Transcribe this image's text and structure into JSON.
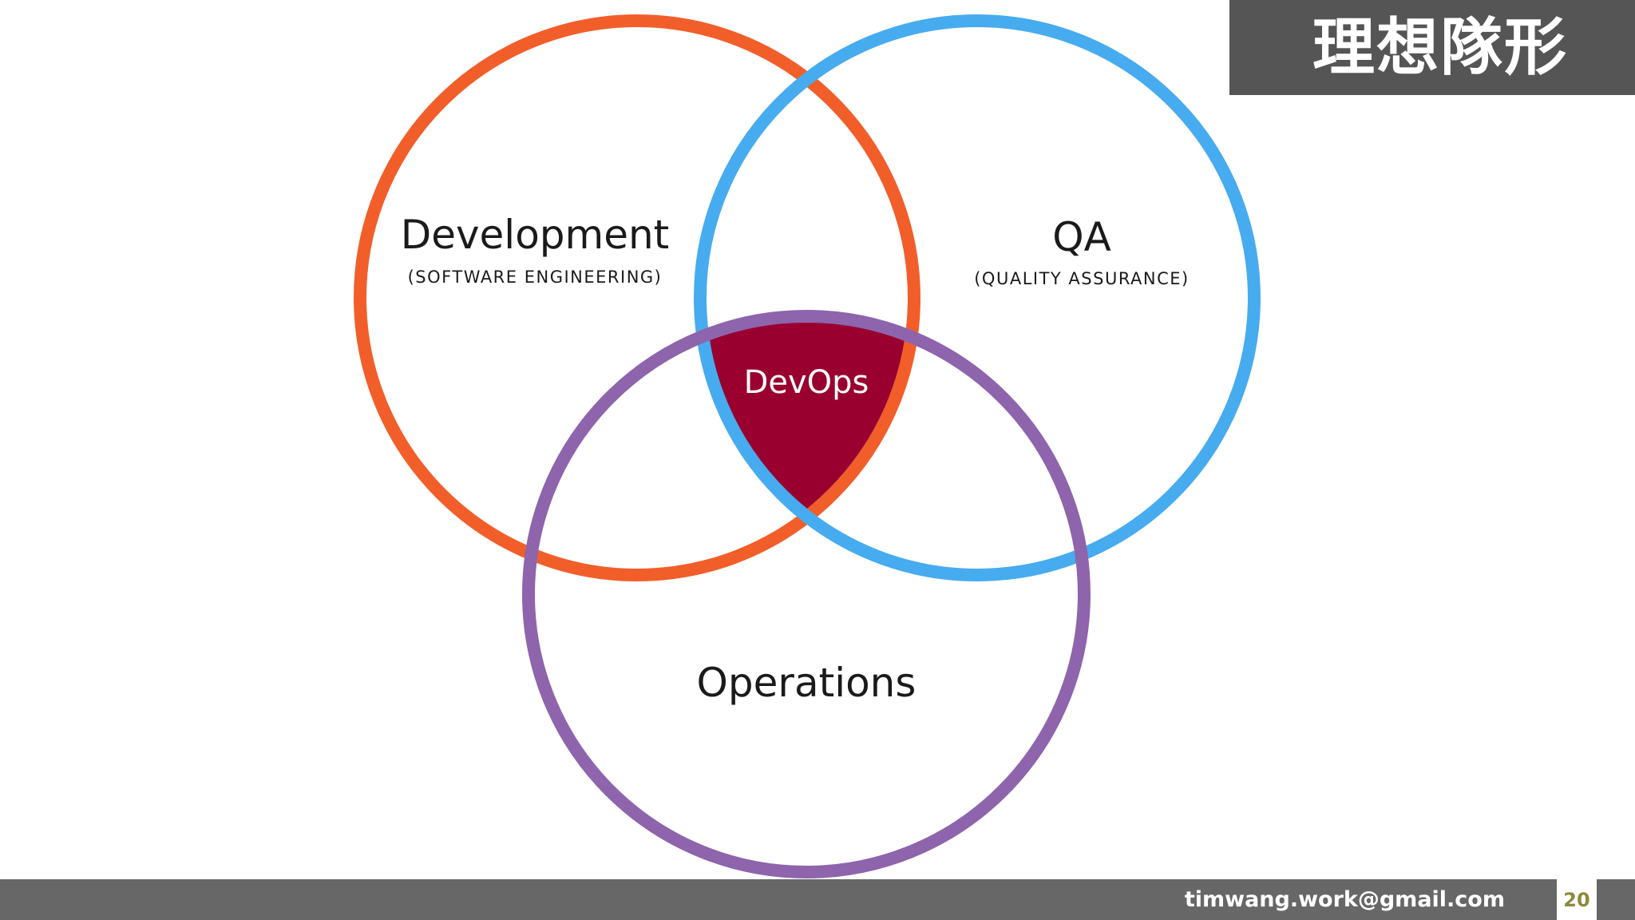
{
  "slide": {
    "title": "理想隊形",
    "footer_email": "timwang.work@gmail.com",
    "page_number": "20"
  },
  "diagram": {
    "circles": [
      {
        "label": "Development",
        "sublabel": "(SOFTWARE ENGINEERING)",
        "color": "#F25E2A"
      },
      {
        "label": "QA",
        "sublabel": "(QUALITY ASSURANCE)",
        "color": "#47ABEF"
      },
      {
        "label": "Operations",
        "sublabel": "",
        "color": "#8E64AC"
      }
    ],
    "center": {
      "label": "DevOps",
      "color": "#990030"
    }
  },
  "colors": {
    "title_bg": "#555555",
    "footer_bg": "#676767",
    "page_number": "#8B8A3E",
    "text": "#1a1a1a"
  }
}
